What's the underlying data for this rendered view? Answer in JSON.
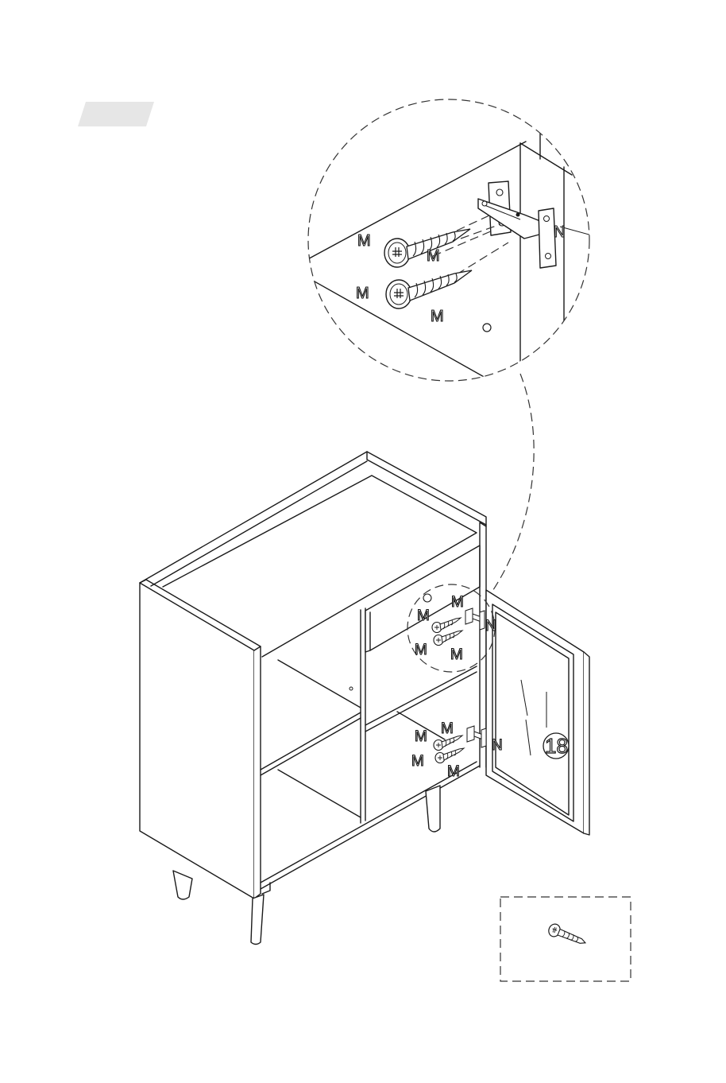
{
  "step_badge": {
    "color": "#e6e6e6",
    "text": ""
  },
  "labels": {
    "screw": "M",
    "hinge": "N",
    "door_part": "18"
  },
  "hardware_box": {
    "item_icon": "screw-icon",
    "caption": ""
  },
  "colors": {
    "line": "#1a1a1a",
    "background": "#ffffff",
    "badge": "#e6e6e6"
  }
}
